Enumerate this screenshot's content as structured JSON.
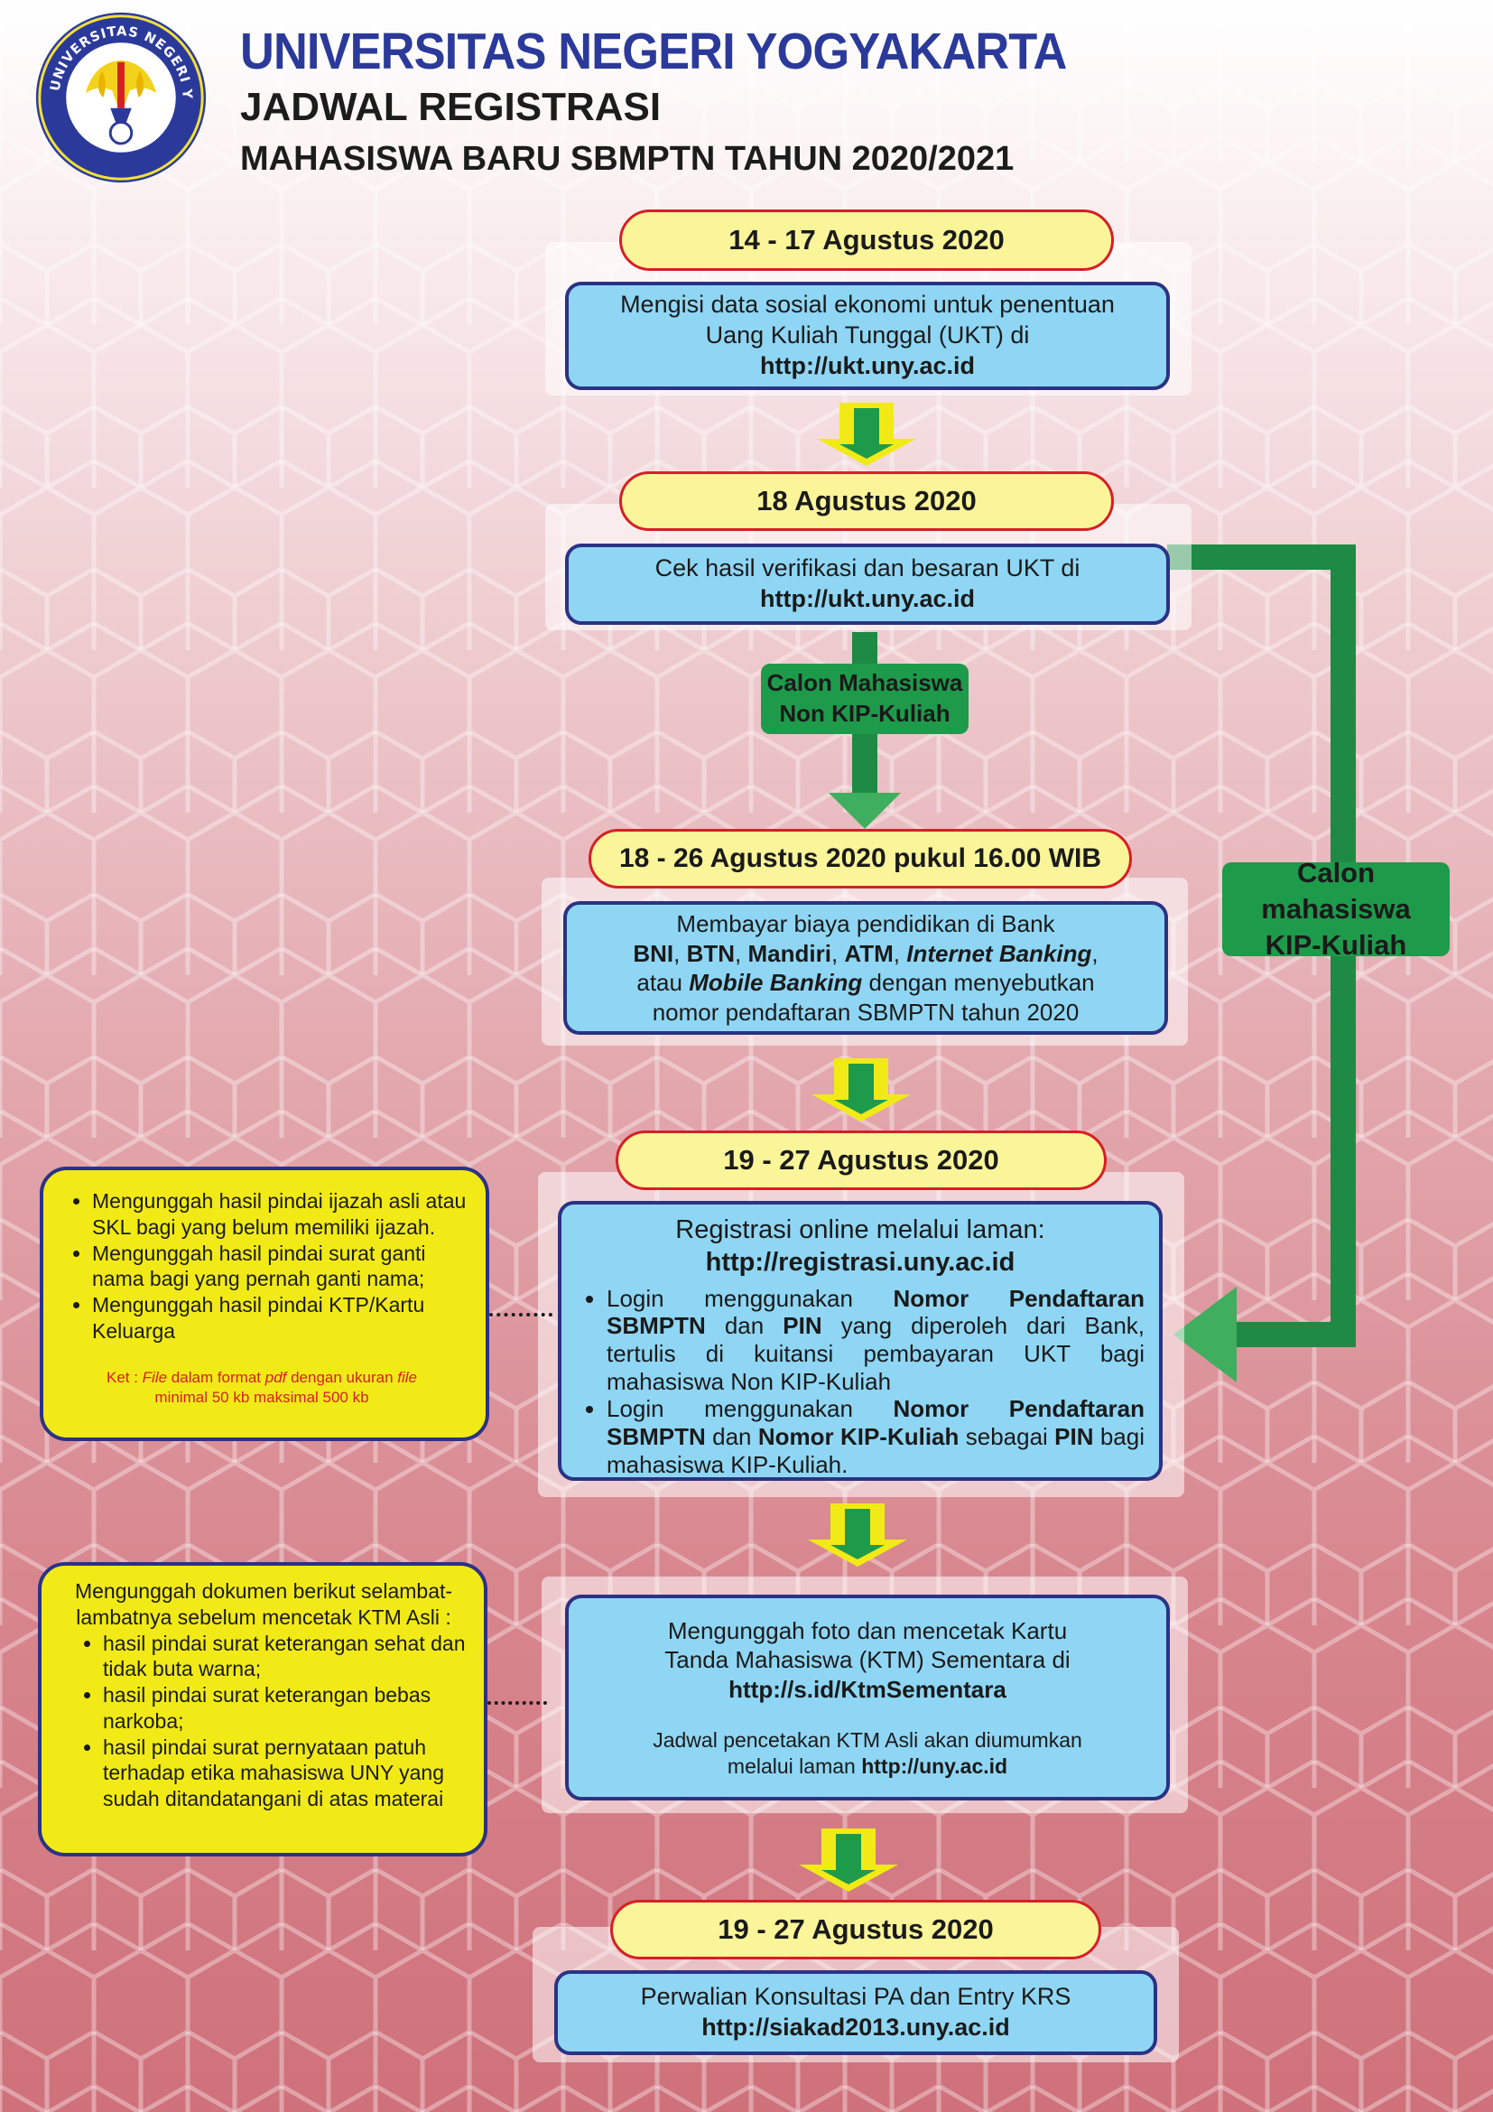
{
  "header": {
    "university": "UNIVERSITAS NEGERI YOGYAKARTA",
    "title": "JADWAL REGISTRASI",
    "subtitle": "MAHASISWA BARU SBMPTN TAHUN 2020/2021",
    "logo_text": "UNIVERSITAS NEGERI YOGYAKARTA"
  },
  "steps": [
    {
      "date": "14 - 17 Agustus 2020",
      "line1": "Mengisi data sosial ekonomi untuk penentuan",
      "line2": "Uang Kuliah Tunggal (UKT) di",
      "link": "http://ukt.uny.ac.id"
    },
    {
      "date": "18 Agustus 2020",
      "line1": "Cek hasil verifikasi dan besaran UKT di",
      "link": "http://ukt.uny.ac.id"
    },
    {
      "date": "18 - 26 Agustus 2020 pukul 16.00 WIB",
      "line1": "Membayar biaya pendidikan di Bank",
      "banks": "BNI",
      "sep1": ", ",
      "btn": "BTN",
      "sep2": ", ",
      "mandiri": "Mandiri",
      "sep3": ", ",
      "atm": "ATM",
      "sep4": ", ",
      "internet": "Internet Banking",
      "sep5": ",",
      "atau": "atau ",
      "mobile": "Mobile Banking",
      "after_mobile": " dengan menyebutkan",
      "line4": "nomor pendaftaran SBMPTN tahun 2020"
    },
    {
      "date": "19 - 27 Agustus 2020",
      "title": "Registrasi online melalui laman:",
      "link": "http://registrasi.uny.ac.id",
      "b1_pre": "Login menggunakan ",
      "b1_bold1": "Nomor Pendaftaran SBMPTN",
      "b1_mid": " dan ",
      "b1_bold2": "PIN",
      "b1_post": " yang diperoleh dari Bank, tertulis di kuitansi pembayaran UKT bagi mahasiswa Non KIP-Kuliah",
      "b2_pre": "Login menggunakan ",
      "b2_bold1": "Nomor Pendaftaran SBMPTN",
      "b2_mid": " dan ",
      "b2_bold2": "Nomor KIP-Kuliah",
      "b2_mid2": " sebagai ",
      "b2_bold3": "PIN",
      "b2_post": " bagi mahasiswa KIP-Kuliah."
    },
    {
      "line1": "Mengunggah foto dan mencetak Kartu",
      "line2": "Tanda Mahasiswa (KTM) Sementara di",
      "link": "http://s.id/KtmSementara",
      "note1": "Jadwal pencetakan KTM Asli akan diumumkan",
      "note2_pre": "melalui laman ",
      "note2_link": "http://uny.ac.id"
    },
    {
      "date": "19 - 27 Agustus 2020",
      "line1": "Perwalian Konsultasi PA dan Entry KRS",
      "link": "http://siakad2013.uny.ac.id"
    }
  ],
  "branch_labels": {
    "non_kip_1": "Calon Mahasiswa",
    "non_kip_2": "Non KIP-Kuliah",
    "kip_1": "Calon mahasiswa",
    "kip_2": "KIP-Kuliah"
  },
  "side_note_1": {
    "items": [
      "Mengunggah hasil pindai ijazah asli atau SKL bagi yang belum memiliki ijazah.",
      "Mengunggah hasil pindai surat ganti nama bagi yang pernah ganti nama;",
      "Mengunggah hasil pindai KTP/Kartu Keluarga"
    ],
    "ket_pre": "Ket : ",
    "ket_file": "File",
    "ket_mid": " dalam format ",
    "ket_pdf": "pdf",
    "ket_mid2": " dengan ukuran ",
    "ket_file2": "file",
    "ket_line2": "minimal 50 kb maksimal 500 kb"
  },
  "side_note_2": {
    "intro": "Mengunggah dokumen berikut selambat-lambatnya sebelum mencetak KTM Asli :",
    "items": [
      "hasil pindai surat keterangan sehat dan tidak buta warna;",
      "hasil pindai surat keterangan bebas narkoba;",
      "hasil pindai surat pernyataan patuh terhadap etika mahasiswa UNY yang sudah ditandatangani di atas materai"
    ]
  },
  "colors": {
    "title_blue": "#2b3a9a",
    "box_blue": "#8fd6f5",
    "border_navy": "#2a3384",
    "pill_yellow": "#fbf59a",
    "pill_red": "#d61f26",
    "note_yellow": "#f2ea16",
    "arrow_green": "#1e9a4b"
  }
}
